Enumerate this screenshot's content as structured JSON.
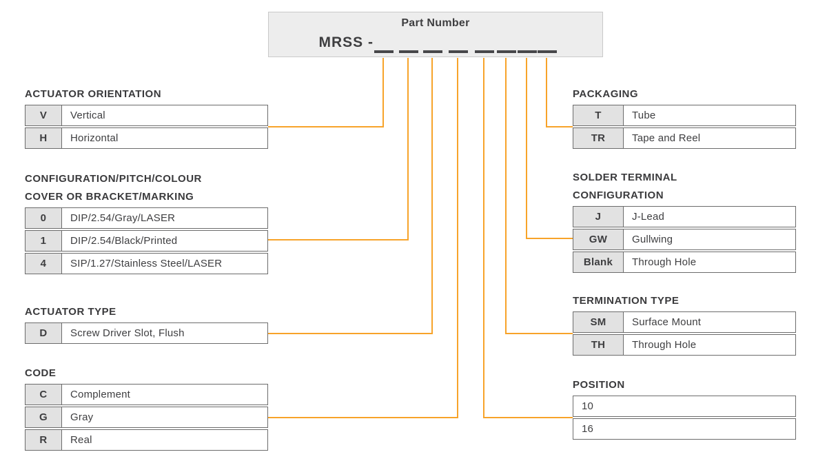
{
  "colors": {
    "accent_orange": "#F7A329",
    "text_dark": "#3E3E40",
    "underscore_dark": "#47474A",
    "code_cell_bg": "#E2E2E2",
    "table_border": "#6B6B6B",
    "box_bg": "#EDEDED"
  },
  "part_number_box": {
    "title": "Part Number",
    "prefix": "MRSS -",
    "blank_count": 8
  },
  "left_tables": [
    {
      "title_lines": [
        "ACTUATOR ORIENTATION"
      ],
      "rows": [
        {
          "code": "V",
          "label": "Vertical"
        },
        {
          "code": "H",
          "label": "Horizontal"
        }
      ]
    },
    {
      "title_lines": [
        "CONFIGURATION/PITCH/COLOUR",
        "COVER OR BRACKET/MARKING"
      ],
      "rows": [
        {
          "code": "0",
          "label": "DIP/2.54/Gray/LASER"
        },
        {
          "code": "1",
          "label": "DIP/2.54/Black/Printed"
        },
        {
          "code": "4",
          "label": "SIP/1.27/Stainless Steel/LASER"
        }
      ]
    },
    {
      "title_lines": [
        "ACTUATOR TYPE"
      ],
      "rows": [
        {
          "code": "D",
          "label": "Screw Driver Slot, Flush"
        }
      ]
    },
    {
      "title_lines": [
        "CODE"
      ],
      "rows": [
        {
          "code": "C",
          "label": "Complement"
        },
        {
          "code": "G",
          "label": "Gray"
        },
        {
          "code": "R",
          "label": "Real"
        }
      ]
    }
  ],
  "right_tables": [
    {
      "title_lines": [
        "PACKAGING"
      ],
      "rows": [
        {
          "code": "T",
          "label": "Tube"
        },
        {
          "code": "TR",
          "label": "Tape and Reel"
        }
      ]
    },
    {
      "title_lines": [
        "SOLDER TERMINAL",
        "CONFIGURATION"
      ],
      "rows": [
        {
          "code": "J",
          "label": "J-Lead"
        },
        {
          "code": "GW",
          "label": "Gullwing"
        },
        {
          "code": "Blank",
          "label": "Through Hole"
        }
      ]
    },
    {
      "title_lines": [
        "TERMINATION TYPE"
      ],
      "rows": [
        {
          "code": "SM",
          "label": "Surface Mount"
        },
        {
          "code": "TH",
          "label": "Through Hole"
        }
      ]
    },
    {
      "title_lines": [
        "POSITION"
      ],
      "rows": [
        {
          "label": "10"
        },
        {
          "label": "16"
        }
      ]
    }
  ]
}
